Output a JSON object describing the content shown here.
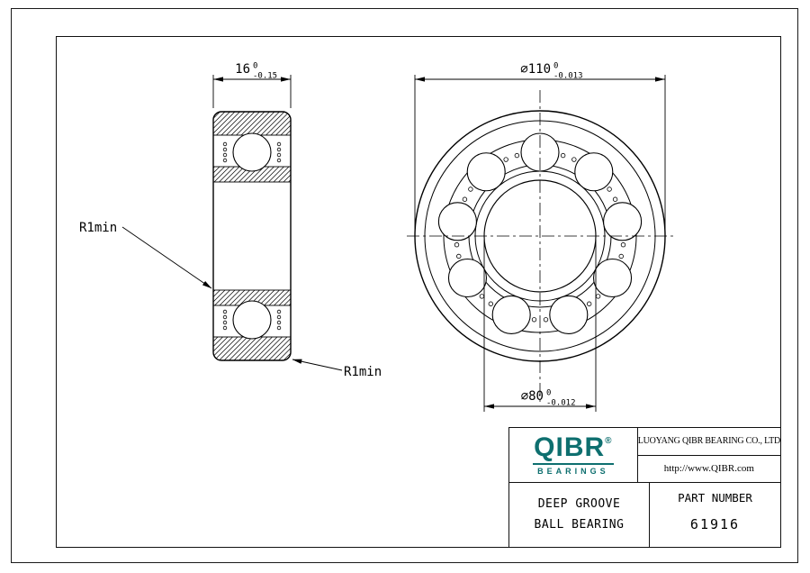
{
  "drawing": {
    "line_color": "#000000",
    "ball_count": 9
  },
  "dimensions": {
    "section_width": {
      "value": "16",
      "upper": "0",
      "lower": "-0.15"
    },
    "outer_diameter": {
      "value": "⌀110",
      "upper": "0",
      "lower": "-0.013"
    },
    "bore_diameter": {
      "value": "⌀80",
      "upper": "0",
      "lower": "-0.012"
    }
  },
  "callouts": {
    "fillet_left": "R1min",
    "fillet_right": "R1min"
  },
  "title_block": {
    "logo": {
      "name": "QIBR",
      "registered": "®",
      "tagline": "BEARINGS",
      "color": "#0e6f6f"
    },
    "company": "LUOYANG QIBR BEARING CO., LTD",
    "website": "http://www.QIBR.com",
    "product_line1": "DEEP GROOVE",
    "product_line2": "BALL BEARING",
    "part_number_label": "PART NUMBER",
    "part_number": "61916"
  }
}
